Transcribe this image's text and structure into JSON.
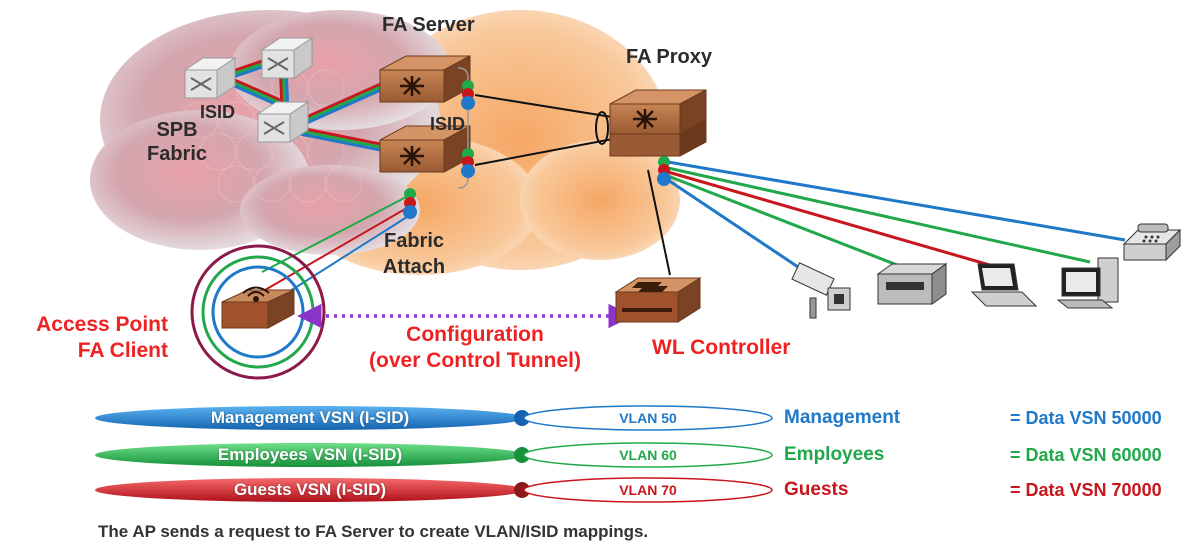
{
  "labels": {
    "fa_server": "FA Server",
    "fa_proxy": "FA Proxy",
    "isid_left": "ISID",
    "isid_right": "ISID",
    "spb_line1": "SPB",
    "spb_line2": "Fabric",
    "fabric_attach_line1": "Fabric",
    "fabric_attach_line2": "Attach",
    "access_point_line1": "Access Point",
    "access_point_line2": "FA Client",
    "configuration_line1": "Configuration",
    "configuration_line2": "(over Control Tunnel)",
    "wl_controller": "WL Controller"
  },
  "legend": [
    {
      "vsn": "Management VSN (I-SID)",
      "vlan": "VLAN 50",
      "name": "Management",
      "data_vsn": "= Data VSN 50000",
      "color": "#1f78c8"
    },
    {
      "vsn": "Employees VSN (I-SID)",
      "vlan": "VLAN 60",
      "name": "Employees",
      "data_vsn": "= Data VSN 60000",
      "color": "#21a84a"
    },
    {
      "vsn": "Guests VSN (I-SID)",
      "vlan": "VLAN 70",
      "name": "Guests",
      "data_vsn": "= Data VSN 70000",
      "color": "#c8161d"
    }
  ],
  "caption": "The AP sends a request to FA Server to create VLAN/ISID mappings.",
  "colors": {
    "management": "#1f78c8",
    "employees": "#21a84a",
    "guests": "#c8161d",
    "access_point_label": "#ee2222",
    "device_brown": "#a0522d"
  },
  "icons": [
    "switch-icon",
    "router-icon",
    "access-point-icon",
    "wl-controller-icon",
    "camera-icon",
    "printer-icon",
    "laptop-icon",
    "desktop-icon",
    "phone-icon"
  ]
}
